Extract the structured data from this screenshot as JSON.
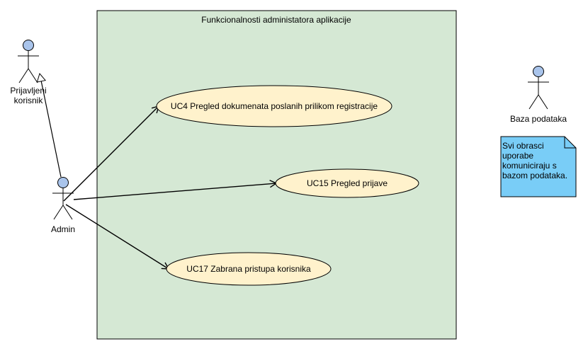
{
  "system": {
    "title": "Funkcionalnosti administatora aplikacije",
    "fill": "#d5e8d4",
    "stroke": "#000000"
  },
  "actors": {
    "prijavljeni": {
      "label_line1": "Prijavljeni",
      "label_line2": "korisnik"
    },
    "admin": {
      "label": "Admin"
    },
    "baza": {
      "label": "Baza podataka"
    }
  },
  "actor_fill": "#a9c4eb",
  "use_cases": {
    "uc4": {
      "label": "UC4 Pregled dokumenata poslanih prilikom registracije"
    },
    "uc15": {
      "label": "UC15 Pregled prijave"
    },
    "uc17": {
      "label": "UC17 Zabrana pristupa korisnika"
    }
  },
  "use_case_fill": "#fff2cc",
  "note": {
    "text": "Svi obrasci\nuporabe\nkomuniciraju s\nbazom podataka.",
    "fill": "#79cdf7"
  }
}
